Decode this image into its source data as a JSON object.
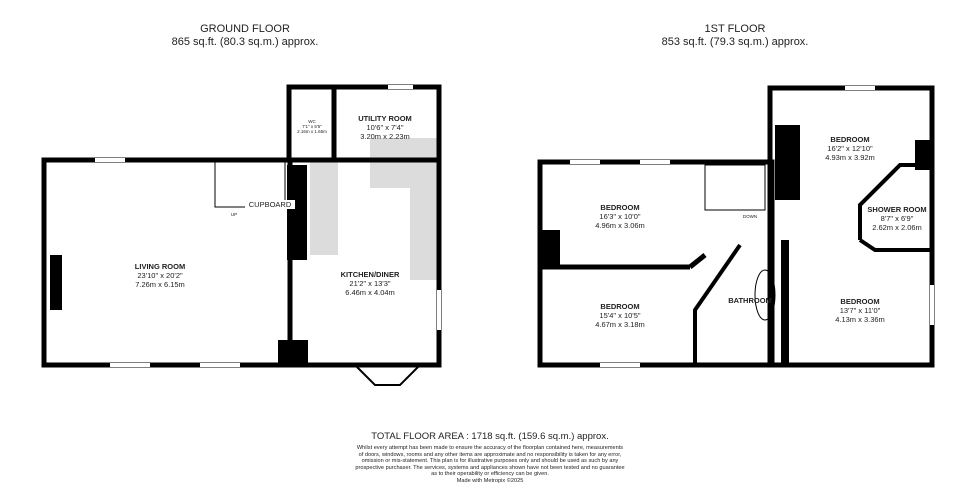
{
  "ground_floor": {
    "title": "GROUND FLOOR",
    "area": "865 sq.ft. (80.3 sq.m.) approx.",
    "rooms": [
      {
        "name": "LIVING ROOM",
        "imperial": "23'10\" x 20'2\"",
        "metric": "7.26m x 6.15m"
      },
      {
        "name": "KITCHEN/DINER",
        "imperial": "21'2\" x 13'3\"",
        "metric": "6.46m x 4.04m"
      },
      {
        "name": "UTILITY ROOM",
        "imperial": "10'6\" x 7'4\"",
        "metric": "3.20m x 2.23m"
      },
      {
        "name": "WC",
        "imperial": "7'1\" x 5'5\"",
        "metric": "2.16m x 1.65m"
      }
    ],
    "labels": {
      "cupboard": "CUPBOARD",
      "up": "UP"
    }
  },
  "first_floor": {
    "title": "1ST FLOOR",
    "area": "853 sq.ft. (79.3 sq.m.) approx.",
    "rooms": [
      {
        "name": "BEDROOM",
        "imperial": "16'3\" x 10'0\"",
        "metric": "4.96m x 3.06m"
      },
      {
        "name": "BEDROOM",
        "imperial": "15'4\" x 10'5\"",
        "metric": "4.67m x 3.18m"
      },
      {
        "name": "BATHROOM",
        "imperial": "",
        "metric": ""
      },
      {
        "name": "BEDROOM",
        "imperial": "16'2\" x 12'10\"",
        "metric": "4.93m x 3.92m"
      },
      {
        "name": "SHOWER ROOM",
        "imperial": "8'7\" x 6'9\"",
        "metric": "2.62m x 2.06m"
      },
      {
        "name": "BEDROOM",
        "imperial": "13'7\" x 11'0\"",
        "metric": "4.13m x 3.36m"
      }
    ],
    "labels": {
      "down": "DOWN"
    }
  },
  "footer": {
    "total": "TOTAL FLOOR AREA : 1718 sq.ft. (159.6 sq.m.) approx.",
    "disclaimer": [
      "Whilst every attempt has been made to ensure the accuracy of the floorplan contained here, measurements",
      "of doors, windows, rooms and any other items are approximate and no responsibility is taken for any error,",
      "omission or mis-statement. This plan is for illustrative purposes only and should be used as such by any",
      "prospective purchaser. The services, systems and appliances shown have not been tested and no guarantee",
      "as to their operability or efficiency can be given."
    ],
    "credit": "Made with Metropix ©2025"
  },
  "colors": {
    "wall": "#000000",
    "kitchen_unit": "#dcdcdc",
    "text": "#222222"
  }
}
